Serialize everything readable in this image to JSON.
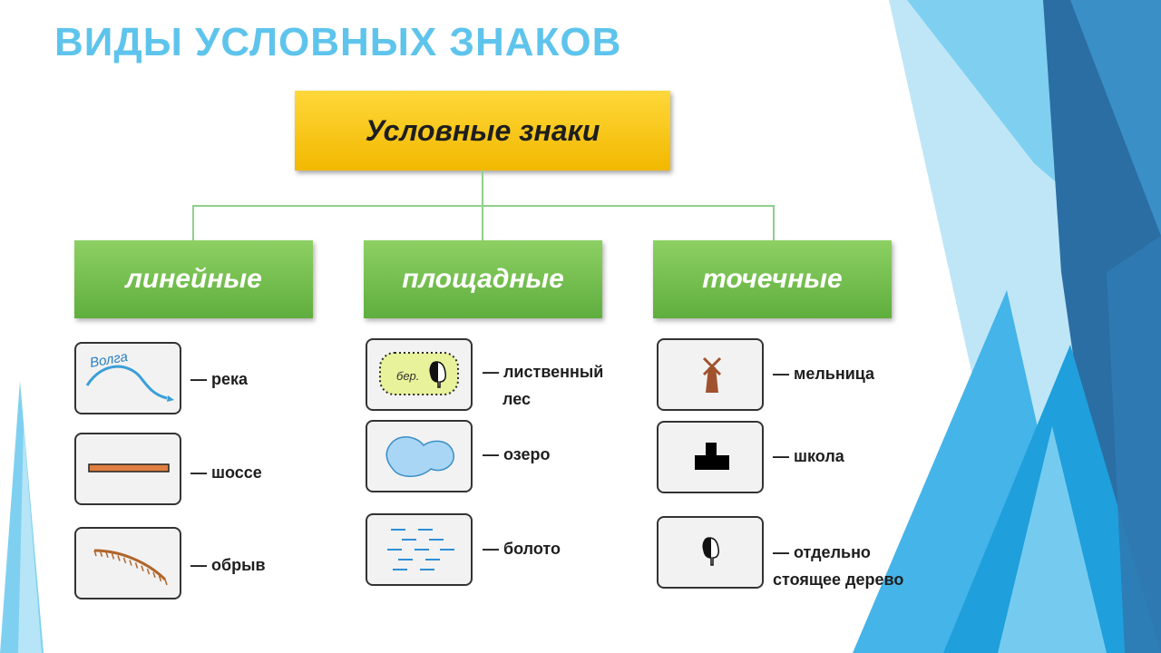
{
  "page_title": "ВИДЫ УСЛОВНЫХ ЗНАКОВ",
  "root": {
    "label": "Условные знаки"
  },
  "categories": [
    {
      "label": "линейные",
      "items": [
        {
          "icon": "river-icon",
          "text": "— река",
          "icon_text": "Волга"
        },
        {
          "icon": "highway-icon",
          "text": "— шоссе"
        },
        {
          "icon": "cliff-icon",
          "text": "— обрыв"
        }
      ]
    },
    {
      "label": "площадные",
      "items": [
        {
          "icon": "deciduous-forest-icon",
          "text": "— лиственный",
          "text2": "лес",
          "icon_text": "бер."
        },
        {
          "icon": "lake-icon",
          "text": "— озеро"
        },
        {
          "icon": "swamp-icon",
          "text": "— болото"
        }
      ]
    },
    {
      "label": "точечные",
      "items": [
        {
          "icon": "windmill-icon",
          "text": "— мельница"
        },
        {
          "icon": "school-icon",
          "text": "— школа"
        },
        {
          "icon": "lone-tree-icon",
          "text": "— отдельно",
          "text2": "стоящее дерево"
        }
      ]
    }
  ],
  "colors": {
    "title": "#5ec4ec",
    "root_box": "#f7c51e",
    "category_box": "#6fbb4a",
    "connector": "#8fd08a",
    "river": "#3a9fd8",
    "highway": "#e08040",
    "cliff": "#b0652a",
    "lake": "#a9d6f5",
    "swamp": "#2d8fd6",
    "windmill": "#a0522d"
  }
}
